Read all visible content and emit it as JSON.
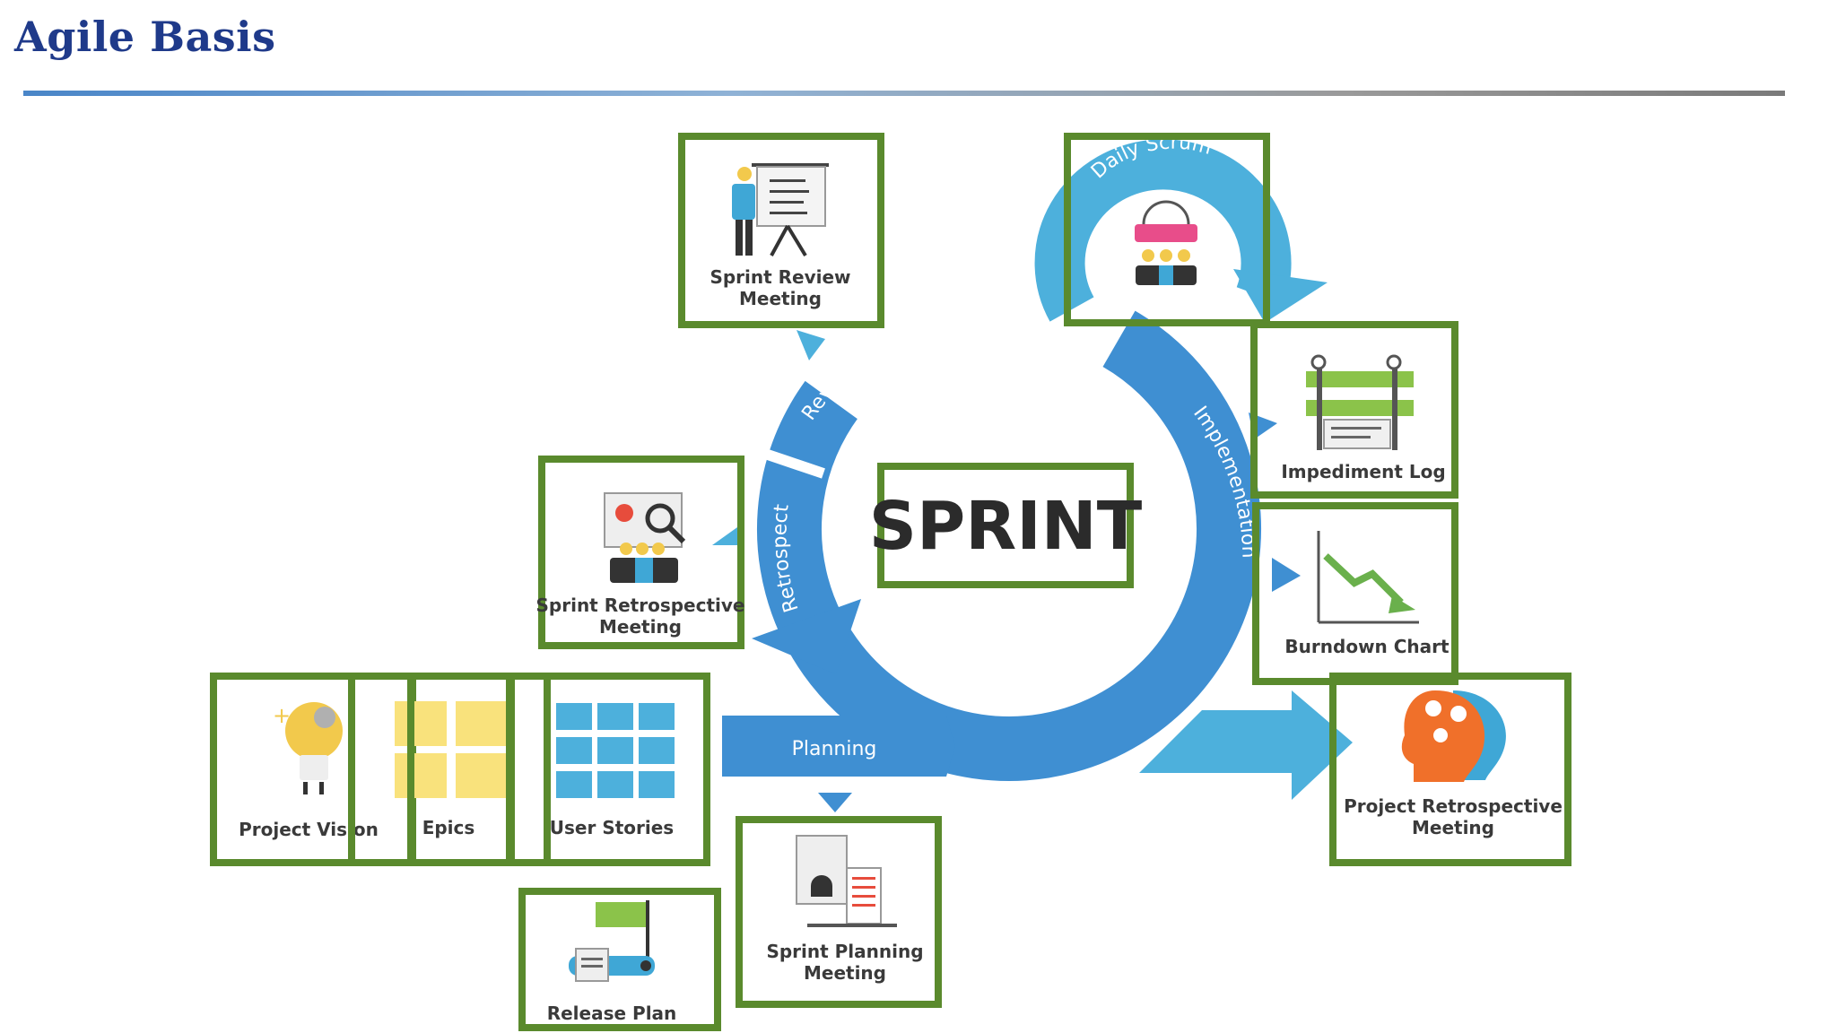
{
  "header": {
    "title": "Agile Basis"
  },
  "center": {
    "label": "SPRINT"
  },
  "arc_labels": {
    "daily_scrum": "Daily Scrum",
    "review": "Review",
    "retrospect": "Retrospect",
    "implementation": "Implementation",
    "planning": "Planning"
  },
  "boxes": {
    "sprint_review": [
      "Sprint Review",
      "Meeting"
    ],
    "sprint_retro": [
      "Sprint Retrospective",
      "Meeting"
    ],
    "impediment_log": [
      "Impediment Log"
    ],
    "burndown_chart": [
      "Burndown Chart"
    ],
    "project_vision": [
      "Project Vision"
    ],
    "epics": [
      "Epics"
    ],
    "user_stories": [
      "User Stories"
    ],
    "release_plan": [
      "Release Plan"
    ],
    "sprint_planning": [
      "Sprint Planning",
      "Meeting"
    ],
    "project_retro": [
      "Project Retrospective",
      "Meeting"
    ]
  },
  "colors": {
    "cycle_blue": "#3f8fd2",
    "light_blue": "#4db0dc",
    "box_green": "#5a8a2d",
    "title_blue": "#1f3a8a"
  }
}
